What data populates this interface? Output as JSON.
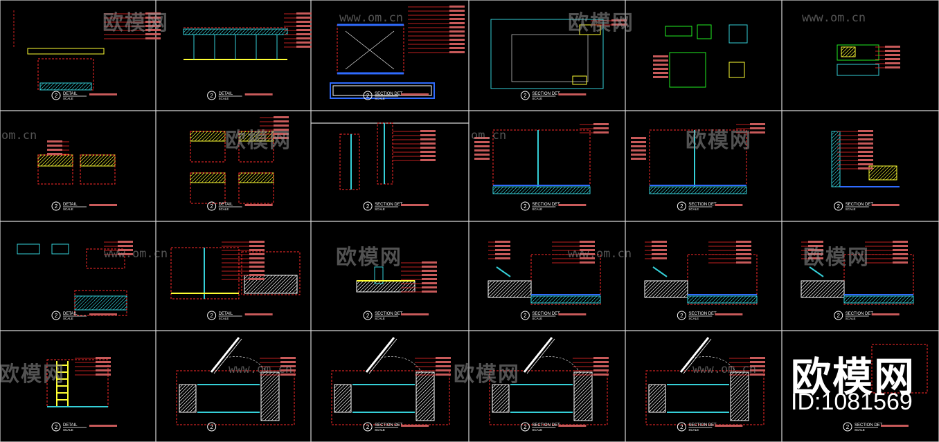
{
  "watermark": {
    "brand": "欧模网",
    "site": "www.om.cn",
    "site_short": "om.cn"
  },
  "colors": {
    "grid": "#d8d8d8",
    "red": "#ff2a2a",
    "cyan": "#35d0d8",
    "yellow": "#ffff33",
    "green": "#22ee22",
    "blue": "#2f6bff",
    "white": "#ffffff",
    "label": "#c85a5a"
  },
  "panels": [
    {
      "id": "r1c1",
      "title": "DETAIL",
      "scale": "SCALE",
      "num": "2",
      "kind": "ceiling"
    },
    {
      "id": "r1c2",
      "title": "DETAIL",
      "scale": "SCALE",
      "num": "2",
      "kind": "ceiling-strip"
    },
    {
      "id": "r1c3",
      "title": "SECTION DET",
      "scale": "SCALE",
      "num": "2",
      "kind": "section-box"
    },
    {
      "id": "r1c4",
      "title": "SECTION DET",
      "scale": "SCALE",
      "num": "2",
      "kind": "plan"
    },
    {
      "id": "r1c5",
      "title": "",
      "scale": "",
      "num": "",
      "kind": "green-detail"
    },
    {
      "id": "r1c6",
      "title": "",
      "scale": "",
      "num": "",
      "kind": "small-detail"
    },
    {
      "id": "r2c1",
      "title": "DETAIL",
      "scale": "SCALE",
      "num": "2",
      "kind": "corners"
    },
    {
      "id": "r2c2",
      "title": "DETAIL",
      "scale": "SCALE",
      "num": "2",
      "kind": "corners4"
    },
    {
      "id": "r2c3",
      "title": "SECTION DET",
      "scale": "SCALE",
      "num": "2",
      "kind": "wall-section"
    },
    {
      "id": "r2c4",
      "title": "SECTION DET",
      "scale": "SCALE",
      "num": "2",
      "kind": "partition"
    },
    {
      "id": "r2c5",
      "title": "SECTION DET",
      "scale": "SCALE",
      "num": "2",
      "kind": "partition"
    },
    {
      "id": "r2c6",
      "title": "SECTION DET",
      "scale": "SCALE",
      "num": "2",
      "kind": "wall-floor"
    },
    {
      "id": "r3c1",
      "title": "DETAIL",
      "scale": "SCALE",
      "num": "2",
      "kind": "misc"
    },
    {
      "id": "r3c2",
      "title": "DETAIL",
      "scale": "SCALE",
      "num": "2",
      "kind": "floor-ramp"
    },
    {
      "id": "r3c3",
      "title": "SECTION DET",
      "scale": "SCALE",
      "num": "2",
      "kind": "floor-joint"
    },
    {
      "id": "r3c4",
      "title": "SECTION DET",
      "scale": "SCALE",
      "num": "2",
      "kind": "floor-wall"
    },
    {
      "id": "r3c5",
      "title": "SECTION DET",
      "scale": "SCALE",
      "num": "2",
      "kind": "floor-wall"
    },
    {
      "id": "r3c6",
      "title": "SECTION DET",
      "scale": "SCALE",
      "num": "2",
      "kind": "floor-wall"
    },
    {
      "id": "r4c1",
      "title": "DETAIL",
      "scale": "SCALE",
      "num": "2",
      "kind": "ladder"
    },
    {
      "id": "r4c2",
      "title": "",
      "scale": "",
      "num": "2",
      "kind": "door"
    },
    {
      "id": "r4c3",
      "title": "SECTION DET",
      "scale": "SCALE",
      "num": "2",
      "kind": "door"
    },
    {
      "id": "r4c4",
      "title": "SECTION DET",
      "scale": "SCALE",
      "num": "2",
      "kind": "door"
    },
    {
      "id": "r4c5",
      "title": "SECTION DET",
      "scale": "SCALE",
      "num": "2",
      "kind": "door"
    },
    {
      "id": "r4c6",
      "title": "SECTION DET",
      "scale": "SCALE",
      "num": "2",
      "kind": "door-brand"
    }
  ],
  "brand_block": {
    "name": "欧模网",
    "id_text": "ID:1081569"
  }
}
